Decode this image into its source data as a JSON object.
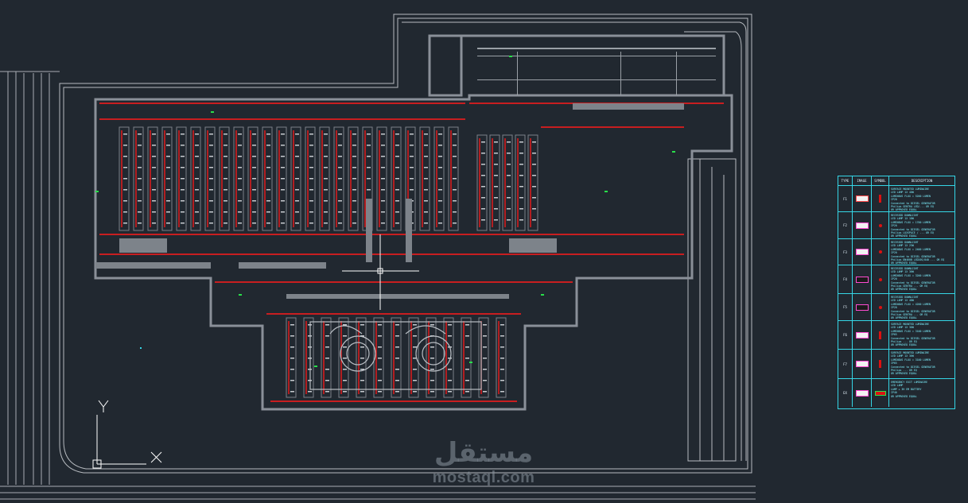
{
  "drawing": {
    "ucs_axis_x": "X",
    "ucs_axis_y": "Y",
    "colors": {
      "background": "#212830",
      "walls": "#8a9099",
      "lighting": "#ff1a1a",
      "legend": "#35d6e6",
      "cursor": "#ffffff"
    }
  },
  "legend": {
    "headers": [
      "TYPE",
      "IMAGE",
      "SYMBOL",
      "DESCRIPTION"
    ],
    "rows": [
      {
        "type": "F1",
        "icon": "rect-white-icon",
        "symbol": "red-bar-symbol",
        "desc": "SURFACE MOUNTED LUMINAIRE\nLED LAMP 1X 40W\nLUMINOUS FLUX = 5200 LUMEN\nIP20\nConnected to DIESEL GENERATOR\nPhilips GENTRA LED/... OR EQ\nOR APPROVED EQUAL"
      },
      {
        "type": "F2",
        "icon": "downlight-icon",
        "symbol": "red-dot-symbol",
        "desc": "RECESSED DOWNLIGHT\nLED LAMP 1X 18W\nLUMINOUS FLUX = 1700 LUMEN\nIP20\nConnected to DIESEL GENERATOR\nPhilips LUXSPACE / ... OR EQ\nOR APPROVED EQUAL"
      },
      {
        "type": "F3",
        "icon": "downlight-icon",
        "symbol": "red-dot-symbol",
        "desc": "RECESSED DOWNLIGHT\nLED LAMP 1X 25W\nLUMINOUS FLUX = 2400 LUMEN\nIP20\nConnected to DIESEL GENERATOR\nPhilips DN460B LED20S/840 ... OR EQ\nOR APPROVED EQUAL"
      },
      {
        "type": "F4",
        "icon": "spot-dark-icon",
        "symbol": "red-dot-symbol",
        "desc": "RECESSED DOWNLIGHT\nLED LAMP 1X 36W\nLUMINOUS FLUX = 3200 LUMEN\nIP20\nConnected to DIESEL GENERATOR\nPhilips GENTRA ... OR EQ\nOR APPROVED EQUAL"
      },
      {
        "type": "F5",
        "icon": "spot-dark-icon",
        "symbol": "red-dot-symbol",
        "desc": "RECESSED DOWNLIGHT\nLED LAMP 1X 48W\nLUMINOUS FLUX = 4200 LUMEN\nIP20\nConnected to DIESEL GENERATOR\nPhilips GENTRA ... OR EQ\nOR APPROVED EQUAL"
      },
      {
        "type": "F6",
        "icon": "linear-icon",
        "symbol": "red-bar-symbol",
        "desc": "SURFACE MOUNTED LUMINAIRE\nLED LAMP 1X 36W\nLUMINOUS FLUX = 3100 LUMEN\nIP65\nConnected to DIESEL GENERATOR\nPhilips ... OR EQ\nOR APPROVED EQUAL"
      },
      {
        "type": "F7",
        "icon": "linear-icon",
        "symbol": "red-bar-symbol",
        "desc": "SURFACE MOUNTED LUMINAIRE\nLED LAMP 1X 36W\nLUMINOUS FLUX = 3100 LUMEN\nIP65\nConnected to DIESEL GENERATOR\nPhilips ... OR EQ\nOR APPROVED EQUAL"
      },
      {
        "type": "EX",
        "icon": "exit-sign-icon",
        "symbol": "exit-symbol",
        "desc": "EMERGENCY EXIT LUMINAIRE\nLED LAMP\nLAMP + 3H EM BATTERY\nIP40\nOR APPROVED EQUAL"
      }
    ]
  },
  "watermark": {
    "arabic": "مستقل",
    "latin": "mostaql.com"
  }
}
